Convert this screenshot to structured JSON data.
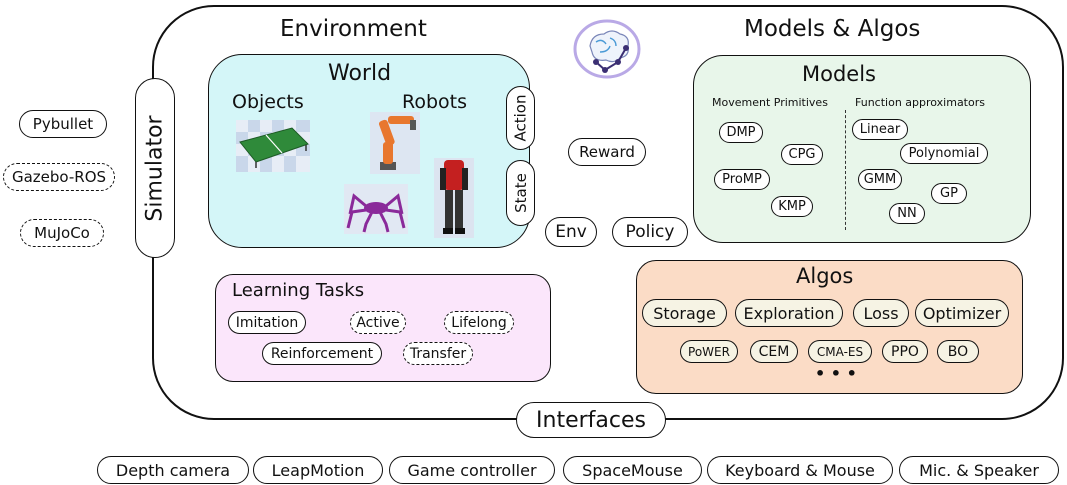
{
  "environment": {
    "title": "Environment",
    "simulator_label": "Simulator",
    "world": {
      "title": "World",
      "objects_label": "Objects",
      "robots_label": "Robots",
      "action_label": "Action",
      "state_label": "State"
    },
    "reward_label": "Reward",
    "env_label": "Env",
    "policy_label": "Policy",
    "learning_tasks": {
      "title": "Learning Tasks",
      "items": [
        {
          "label": "Imitation",
          "dashed": false
        },
        {
          "label": "Active",
          "dashed": true
        },
        {
          "label": "Lifelong",
          "dashed": true
        },
        {
          "label": "Reinforcement",
          "dashed": false
        },
        {
          "label": "Transfer",
          "dashed": true
        }
      ]
    },
    "interfaces_label": "Interfaces"
  },
  "models_algos": {
    "title": "Models & Algos",
    "models": {
      "title": "Models",
      "movement_primitives_heading": "Movement Primitives",
      "function_approximators_heading": "Function approximators",
      "movement_primitives": [
        "DMP",
        "CPG",
        "ProMP",
        "KMP"
      ],
      "function_approximators": [
        "Linear",
        "Polynomial",
        "GMM",
        "GP",
        "NN"
      ]
    },
    "algos": {
      "title": "Algos",
      "components": [
        "Storage",
        "Exploration",
        "Loss",
        "Optimizer"
      ],
      "algorithms": [
        "PoWER",
        "CEM",
        "CMA-ES",
        "PPO",
        "BO"
      ],
      "more": "• • •"
    }
  },
  "simulators": [
    {
      "label": "Pybullet",
      "dashed": false
    },
    {
      "label": "Gazebo-ROS",
      "dashed": true
    },
    {
      "label": "MuJoCo",
      "dashed": true
    }
  ],
  "devices": [
    "Depth camera",
    "LeapMotion",
    "Game controller",
    "SpaceMouse",
    "Keyboard & Mouse",
    "Mic. & Speaker"
  ],
  "colors": {
    "world": "#d4f6f8",
    "models": "#e8f6ea",
    "learning_tasks": "#fbe6fb",
    "algos": "#fbdcc6",
    "algo_component": "#f6f3e4"
  },
  "icons": {
    "logo": "brain-network-logo",
    "objects_image": "table-tennis-table",
    "robots_images": [
      "industrial-arm-robot",
      "hexapod-robot",
      "humanoid-robot"
    ]
  }
}
